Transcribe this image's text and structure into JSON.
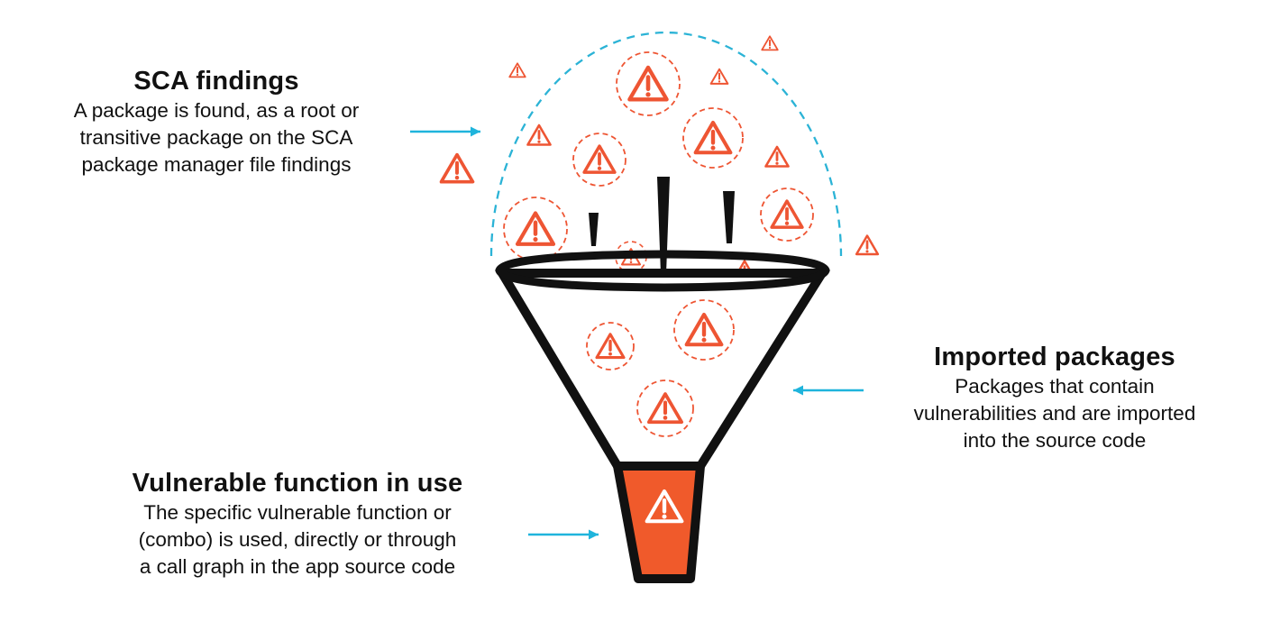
{
  "sections": {
    "sca": {
      "title": "SCA findings",
      "lines": [
        "A package is found, as a root or",
        "transitive package on the SCA",
        "package manager file findings"
      ]
    },
    "imported": {
      "title": "Imported packages",
      "lines": [
        "Packages that contain",
        "vulnerabilities and are imported",
        "into the source code"
      ]
    },
    "vulnerable": {
      "title": "Vulnerable function in use",
      "lines": [
        "The specific vulnerable function or",
        "(combo) is used, directly or through",
        "a call graph in the app source code"
      ]
    }
  },
  "icons": {
    "warning": "warning-triangle-icon",
    "arrow": "arrow-icon",
    "funnel": "funnel-icon"
  },
  "colors": {
    "warning": "#ee5533",
    "funnel_fill": "#f05a2b",
    "arrow": "#1fb4dc",
    "arc": "#2bb3d6",
    "outline": "#111111"
  }
}
